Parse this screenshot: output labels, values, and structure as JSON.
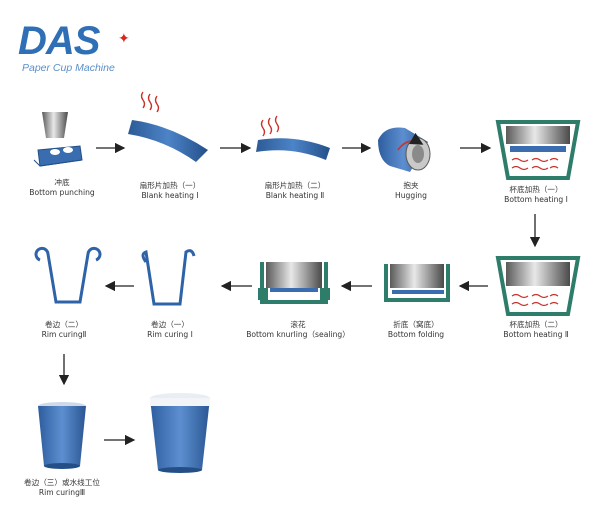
{
  "logo": {
    "brand": "DAS",
    "tagline": "Paper Cup Machine",
    "colors": {
      "blue": "#2e6fb5",
      "red": "#d9261c"
    }
  },
  "colors": {
    "paper_blue": "#3a6db0",
    "paper_dark": "#234f86",
    "mould_green": "#2e7d6a",
    "heat_red": "#c8332b",
    "arrow": "#222222"
  },
  "steps": [
    {
      "cn": "冲底",
      "en": "Bottom punching"
    },
    {
      "cn": "扇形片加热（一）",
      "en": "Blank heating Ⅰ"
    },
    {
      "cn": "扇形片加热（二）",
      "en": "Blank heating Ⅱ"
    },
    {
      "cn": "抱夹",
      "en": "Hugging"
    },
    {
      "cn": "杯底加热（一）",
      "en": "Bottom heating Ⅰ"
    },
    {
      "cn": "杯底加热（二）",
      "en": "Bottom heating Ⅱ"
    },
    {
      "cn": "折底（窝底）",
      "en": "Bottom folding"
    },
    {
      "cn": "滚花",
      "en": "Bottom knurling（sealing）"
    },
    {
      "cn": "卷边（一）",
      "en": "Rim curing Ⅰ"
    },
    {
      "cn": "卷边（二）",
      "en": "Rim curingⅡ"
    },
    {
      "cn": "卷边（三）或水线工位",
      "en": "Rim curingⅢ"
    }
  ]
}
